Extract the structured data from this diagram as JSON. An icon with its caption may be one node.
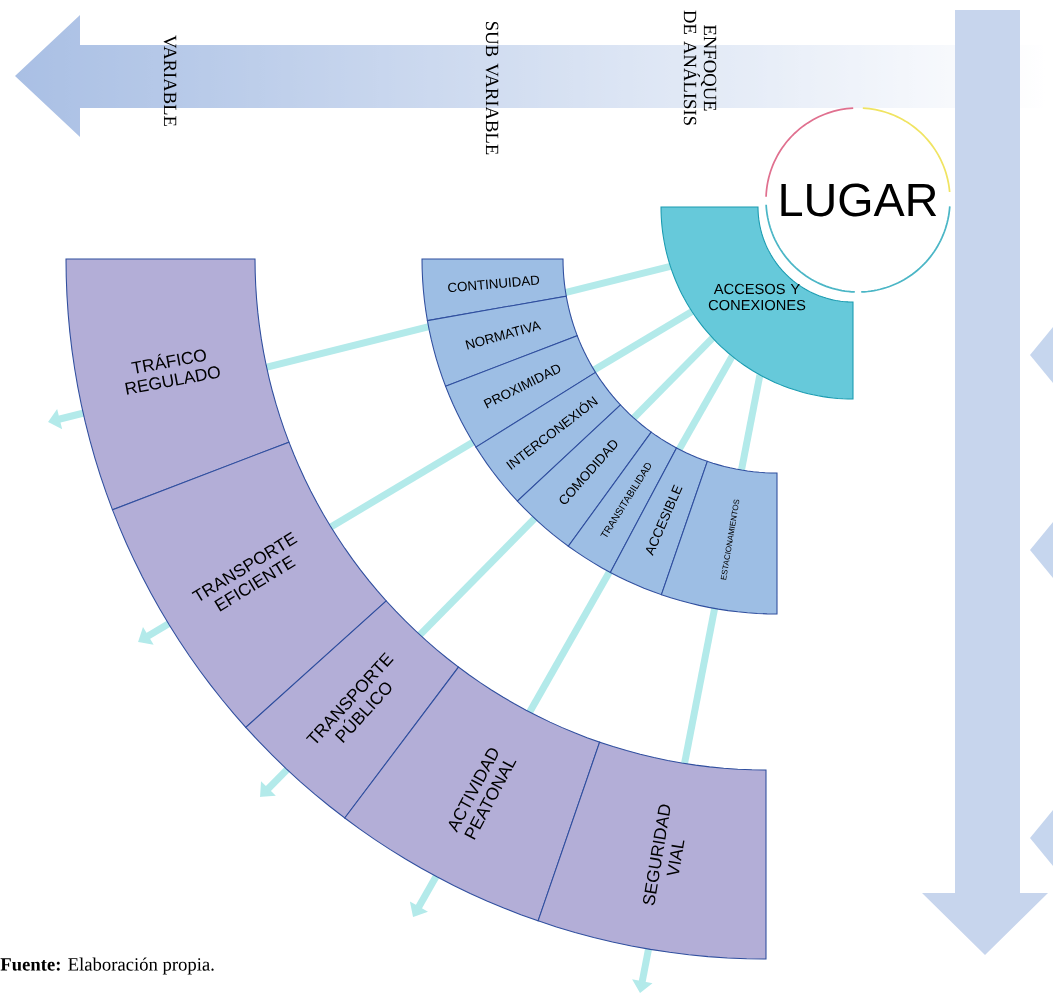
{
  "diagram": {
    "caption": "**Fuente:** Elaboración propia.",
    "nodes": [
      {
        "text": [
          "LUGAR"
        ]
      },
      {
        "text": [
          "ACCESOS Y CONEXIONES"
        ]
      },
      {
        "text": [
          "CONTINUIDAD"
        ]
      },
      {
        "text": [
          "NORMATIVA"
        ]
      },
      {
        "text": [
          "PROXIMIDAD"
        ]
      },
      {
        "text": [
          "INTERCONEXIÓN"
        ]
      },
      {
        "text": [
          "COMODIDAD"
        ]
      },
      {
        "text": [
          "TRANSITABILIDAD"
        ]
      },
      {
        "text": [
          "ACCESIBLE"
        ]
      },
      {
        "text": [
          "ESTACIONAMIENTOS"
        ]
      },
      {
        "text": [
          "TRÁFICO REGULADO"
        ]
      },
      {
        "text": [
          "TRANSPORTE EFICIENTE"
        ]
      },
      {
        "text": [
          "TRANSPORTE PÚBLICO"
        ]
      },
      {
        "text": [
          "ACTIVIDAD PEATONAL"
        ]
      },
      {
        "text": [
          "SEGURIDAD VIAL"
        ]
      }
    ],
    "edges": [
      {
        "from": 1,
        "to": null,
        "arrow": "to"
      },
      {
        "from": 1,
        "to": null,
        "arrow": "to"
      },
      {
        "from": 1,
        "to": null,
        "arrow": "to"
      },
      {
        "from": 1,
        "to": null,
        "arrow": "to"
      },
      {
        "from": 1,
        "to": null,
        "arrow": "to"
      }
    ],
    "labels": [
      "VARIABLE",
      "SUB VARIABLE",
      "ENFOQUE DE ANÁLISIS"
    ]
  }
}
